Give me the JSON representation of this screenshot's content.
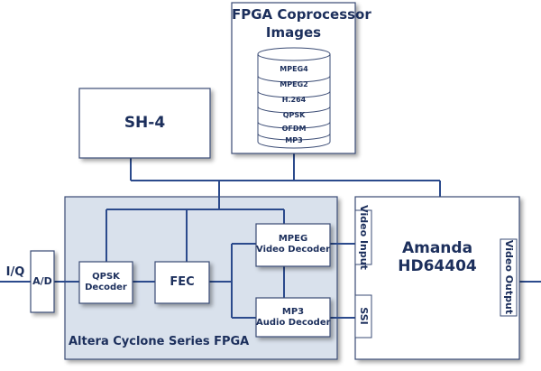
{
  "colors": {
    "line": "#2b4a8c",
    "box_border": "#3a4b74",
    "text": "#1c2f5c",
    "fpga_fill": "#d9e1ec",
    "box_fill": "#ffffff"
  },
  "coprocessor": {
    "title_line1": "FPGA Coprocessor",
    "title_line2": "Images",
    "images": [
      "MPEG4",
      "MPEG2",
      "H.264",
      "QPSK",
      "OFDM",
      "MP3"
    ]
  },
  "sh4": {
    "label": "SH-4"
  },
  "fpga": {
    "label": "Altera Cyclone Series FPGA"
  },
  "input": {
    "label": "I/Q"
  },
  "ad": {
    "label": "A/D"
  },
  "qpsk": {
    "line1": "QPSK",
    "line2": "Decoder"
  },
  "fec": {
    "label": "FEC"
  },
  "mpeg": {
    "line1": "MPEG",
    "line2": "Video Decoder"
  },
  "mp3": {
    "line1": "MP3",
    "line2": "Audio Decoder"
  },
  "amanda": {
    "line1": "Amanda",
    "line2": "HD64404",
    "video_input": "Video Input",
    "ssi": "SSI",
    "video_output": "Video Output"
  }
}
